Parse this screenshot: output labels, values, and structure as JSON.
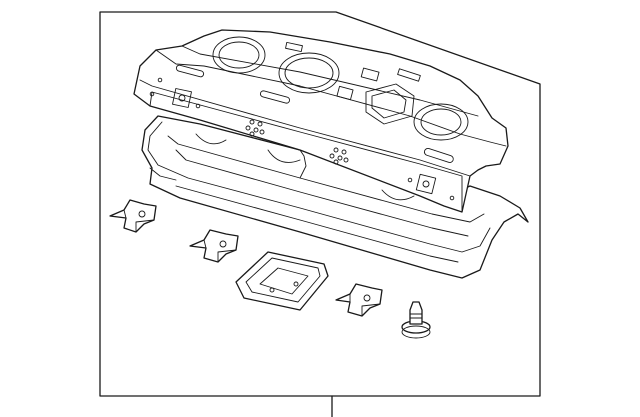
{
  "diagram": {
    "parts": [
      {
        "id": "rear-shelf-panel"
      },
      {
        "id": "lower-rear-panel"
      },
      {
        "id": "bracket-left"
      },
      {
        "id": "bracket-center"
      },
      {
        "id": "recessed-cover-plate"
      },
      {
        "id": "bracket-right"
      },
      {
        "id": "push-clip-fastener"
      }
    ],
    "colors": {
      "stroke": "#1a1a1a",
      "background": "#ffffff"
    }
  }
}
